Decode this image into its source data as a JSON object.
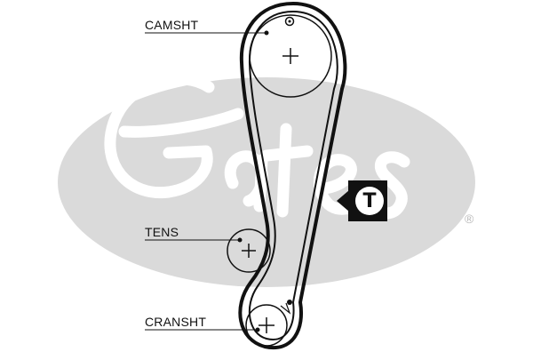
{
  "labels": {
    "camshaft": "CAMSHT",
    "tensioner": "TENS",
    "crankshaft": "CRANSHT"
  },
  "badge": {
    "text": "T"
  },
  "watermark": {
    "brand": "Gates",
    "registered_mark": "®",
    "color": "#d4d4d4"
  },
  "colors": {
    "belt": "#111111",
    "background": "#ffffff"
  }
}
